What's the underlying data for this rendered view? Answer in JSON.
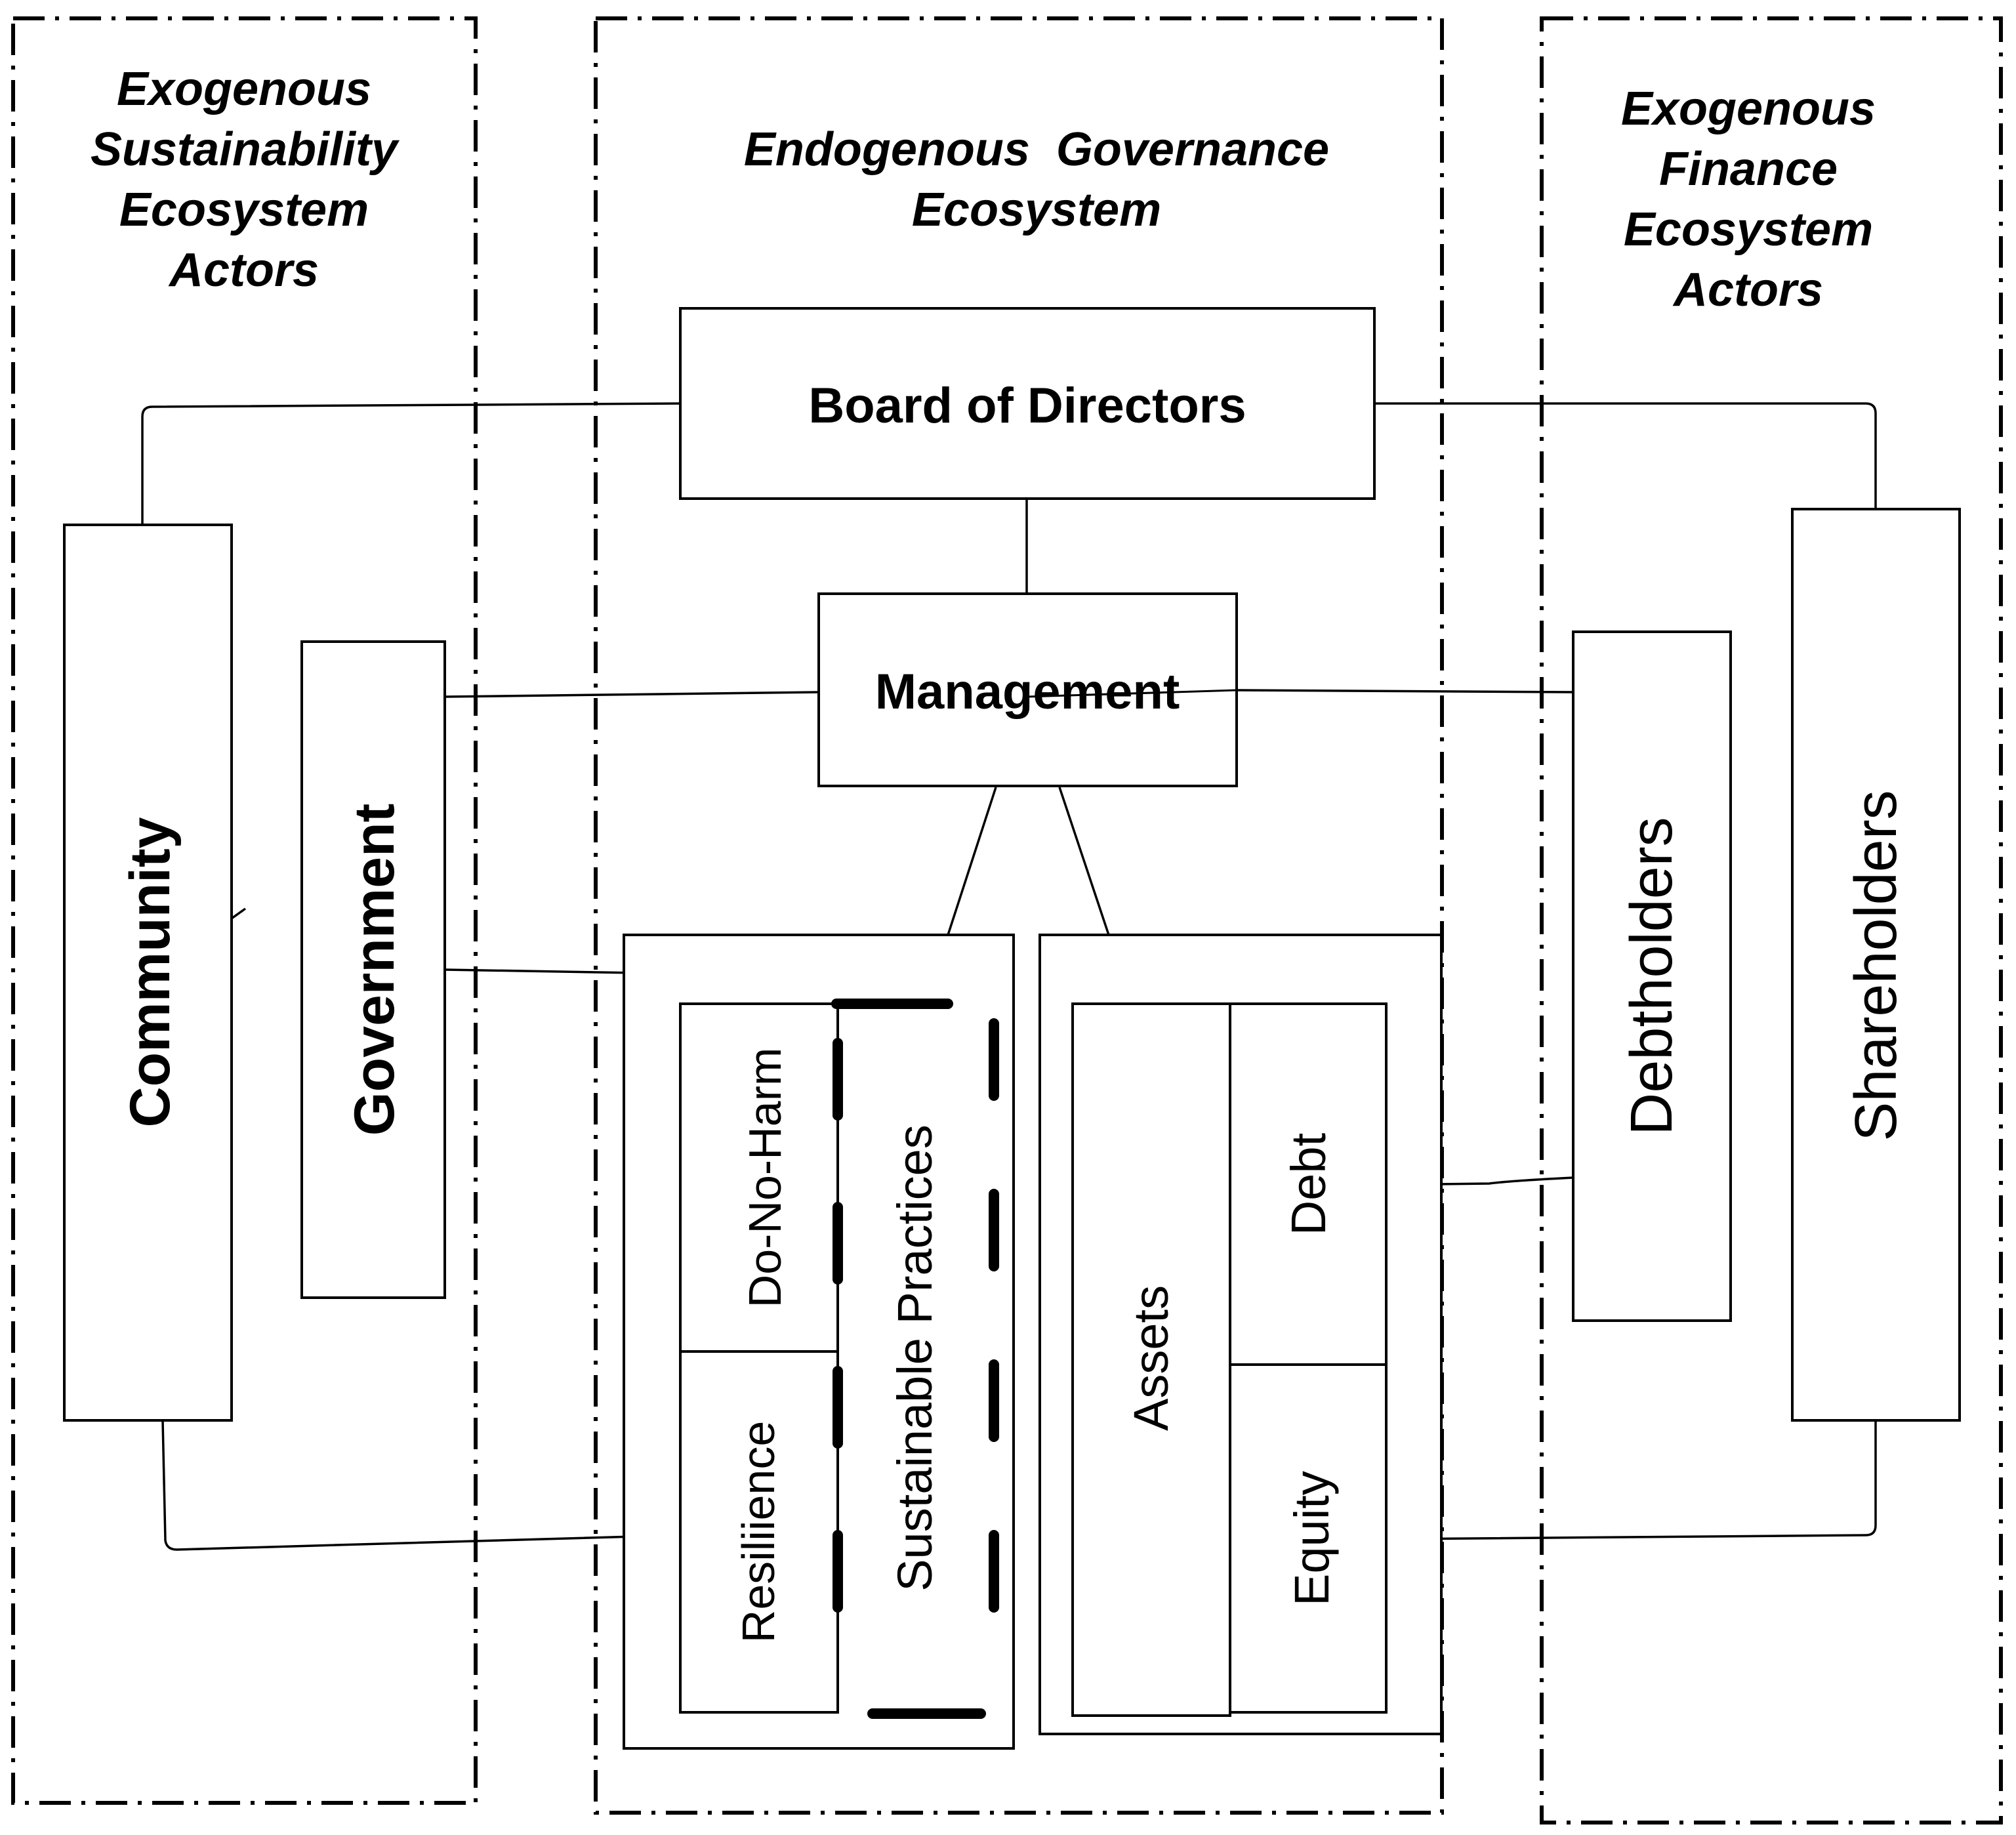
{
  "regions": {
    "left": {
      "title_lines": [
        "Exogenous",
        "Sustainability",
        "Ecosystem",
        "Actors"
      ]
    },
    "center": {
      "title_lines": [
        "Endogenous  Governance",
        "Ecosystem"
      ]
    },
    "right": {
      "title_lines": [
        "Exogenous",
        "Finance",
        "Ecosystem",
        "Actors"
      ]
    }
  },
  "nodes": {
    "board": "Board of Directors",
    "management": "Management",
    "community": "Community",
    "government": "Government",
    "debtholders": "Debtholders",
    "shareholders": "Shareholders",
    "do_no_harm": "Do-No-Harm",
    "resilience": "Resiliience",
    "sustainable_practices": "Sustainable Practices",
    "assets": "Assets",
    "debt": "Debt",
    "equity": "Equity"
  }
}
